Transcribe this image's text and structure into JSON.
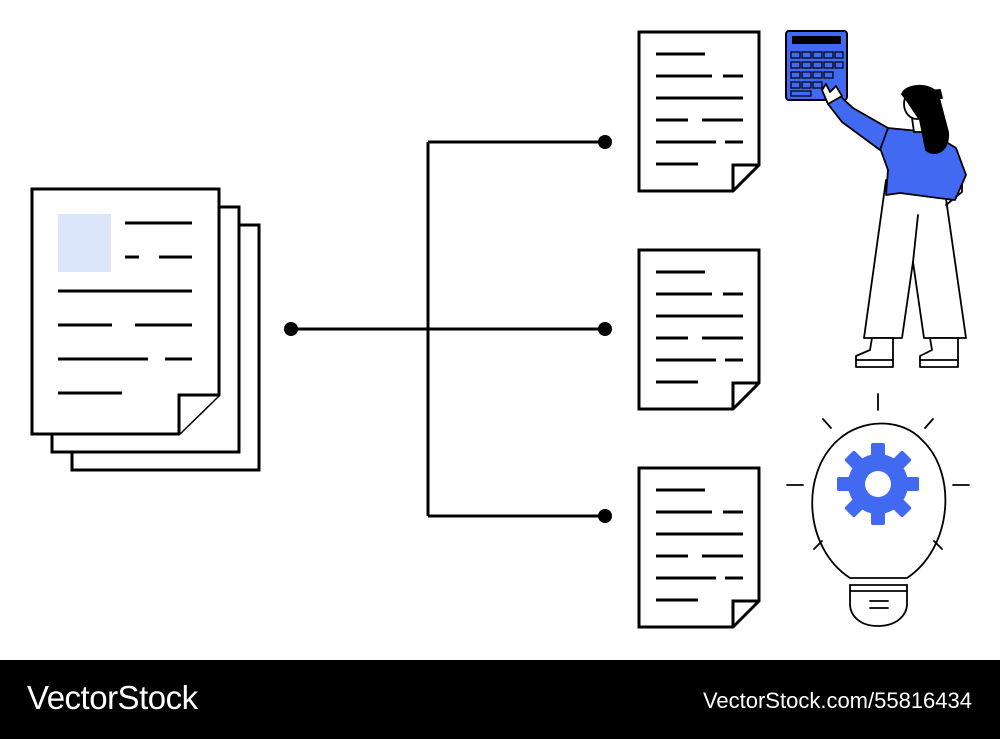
{
  "colors": {
    "accent": "#4169f2",
    "placeholder": "#dbe6fb",
    "stroke": "#000000",
    "footer_bg": "#000000",
    "footer_text": "#ffffff"
  },
  "footer": {
    "brand": "VectorStock",
    "reference": "VectorStock.com/55816434"
  },
  "illustration": {
    "icons": [
      "document-stack-icon",
      "document-icon",
      "calculator-icon",
      "woman-figure",
      "lightbulb-gear-icon"
    ]
  }
}
